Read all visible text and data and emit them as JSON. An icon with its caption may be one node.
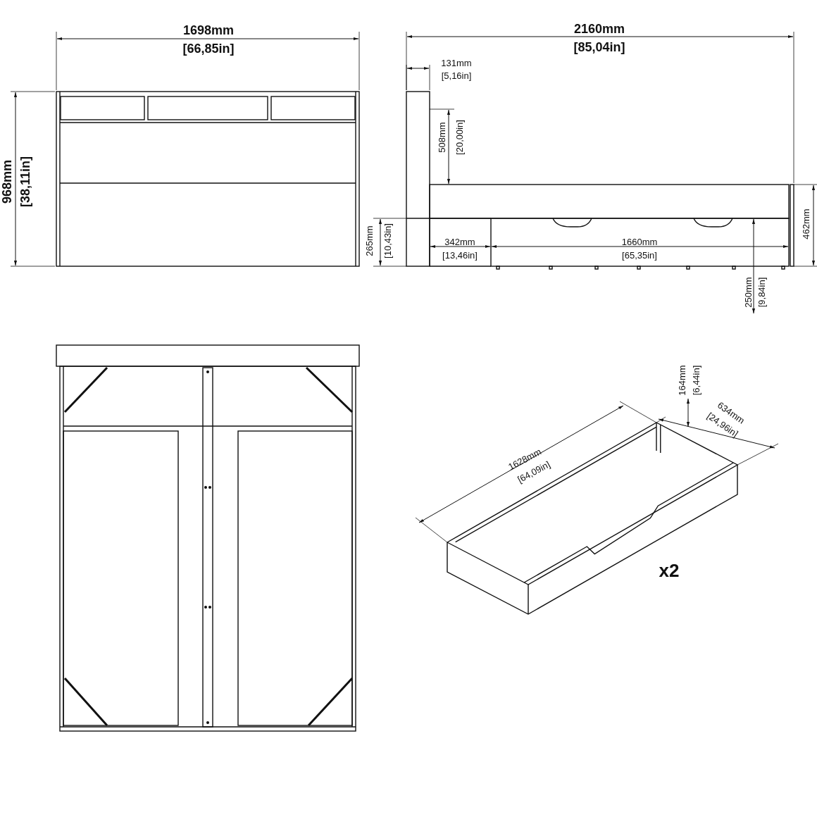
{
  "diagram": {
    "labels": [
      "1698mm",
      "[66,85in]",
      "2160mm",
      "[85,04in]",
      "131mm",
      "[5,16in]",
      "968mm",
      "[38,11in]",
      "508mm",
      "[20,00in]",
      "265mm",
      "[10,43in]",
      "342mm",
      "[13,46in]",
      "1660mm",
      "[65,35in]",
      "462mm",
      "250mm",
      "[9,84in]",
      "164mm",
      "[6,44in]",
      "634mm",
      "[24,96in]",
      "1628mm",
      "[64,09in]",
      "x2"
    ]
  }
}
